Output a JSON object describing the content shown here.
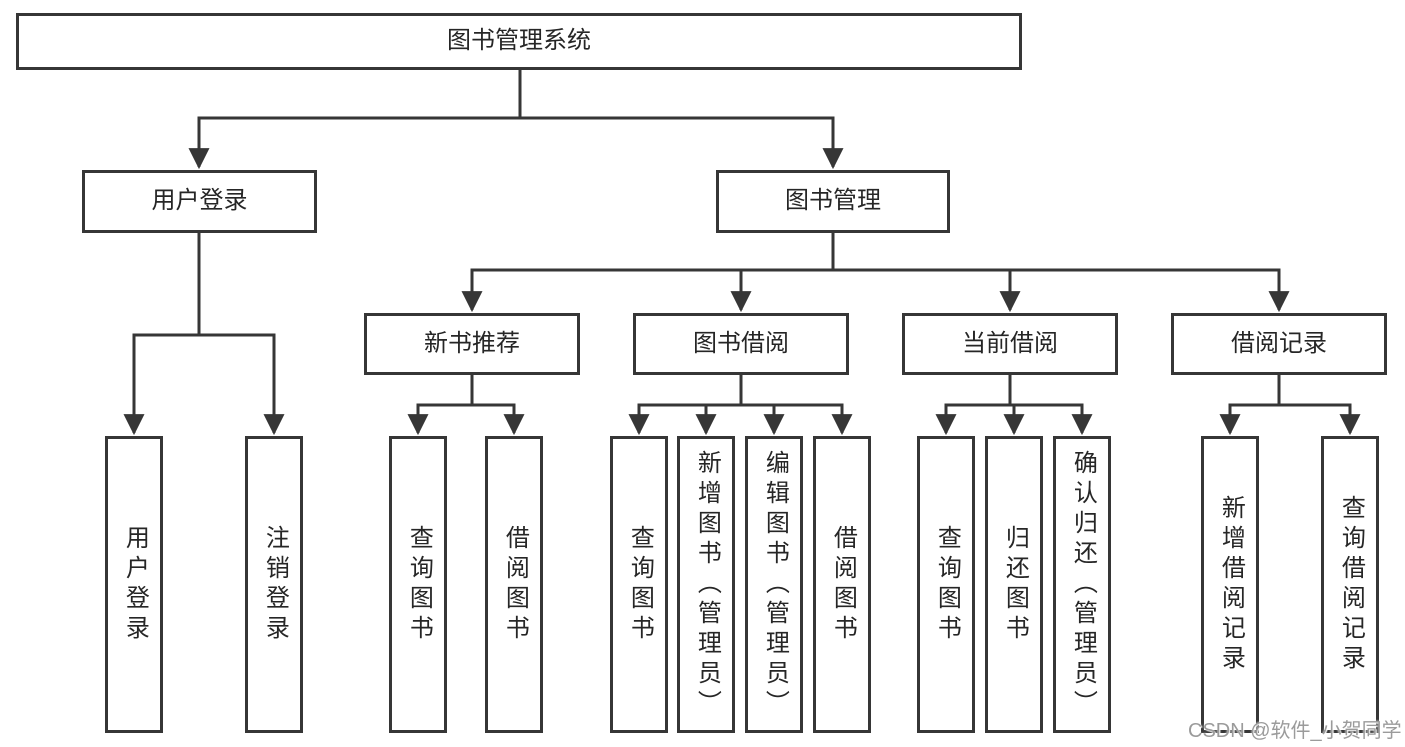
{
  "tree": {
    "label": "图书管理系统",
    "children": [
      {
        "label": "用户登录",
        "children": [
          {
            "label": "用户登录"
          },
          {
            "label": "注销登录"
          }
        ]
      },
      {
        "label": "图书管理",
        "children": [
          {
            "label": "新书推荐",
            "children": [
              {
                "label": "查询图书"
              },
              {
                "label": "借阅图书"
              }
            ]
          },
          {
            "label": "图书借阅",
            "children": [
              {
                "label": "查询图书"
              },
              {
                "label": "新增图书（管理员）"
              },
              {
                "label": "编辑图书（管理员）"
              },
              {
                "label": "借阅图书"
              }
            ]
          },
          {
            "label": "当前借阅",
            "children": [
              {
                "label": "查询图书"
              },
              {
                "label": "归还图书"
              },
              {
                "label": "确认归还（管理员）"
              }
            ]
          },
          {
            "label": "借阅记录",
            "children": [
              {
                "label": "新增借阅记录"
              },
              {
                "label": "查询借阅记录"
              }
            ]
          }
        ]
      }
    ]
  },
  "watermark": {
    "text": "CSDN @软件_小贺同学"
  },
  "colors": {
    "line": "#363636",
    "text": "#262626",
    "watermark": "#9b9b9b",
    "background": "#ffffff"
  }
}
